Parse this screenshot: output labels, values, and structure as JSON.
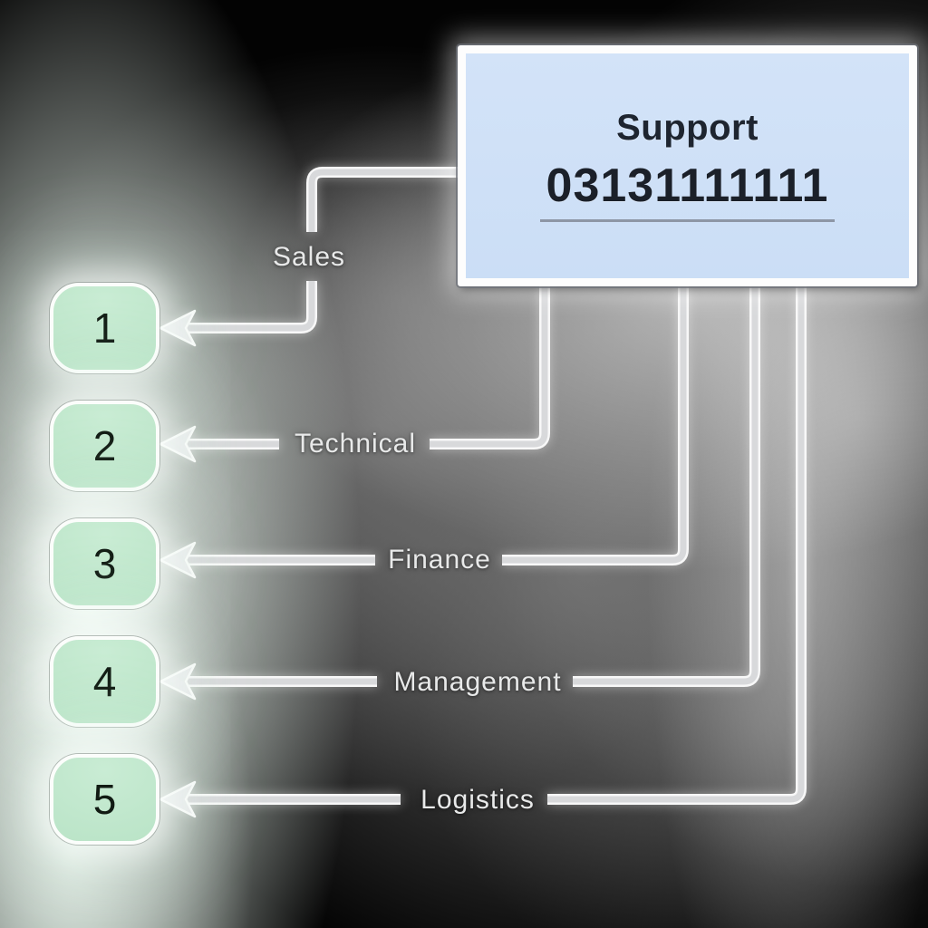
{
  "diagram": {
    "hub": {
      "title": "Support",
      "phone": "03131111111"
    },
    "extensions": [
      {
        "number": "1",
        "label": "Sales"
      },
      {
        "number": "2",
        "label": "Technical"
      },
      {
        "number": "3",
        "label": "Finance"
      },
      {
        "number": "4",
        "label": "Management"
      },
      {
        "number": "5",
        "label": "Logistics"
      }
    ],
    "colors": {
      "background": "#030303",
      "hub_fill": "#cfe0f7",
      "hub_border": "#fdfdfd",
      "hub_text": "#1e2530",
      "phone_underline": "#8d96a5",
      "node_fill": "#bce5c9",
      "node_border": "#fbfdfb",
      "node_text": "#111b13",
      "connector_core": "#d8d9db",
      "connector_edge": "#f8f8f8",
      "label_text": "#e8e9e9"
    }
  }
}
